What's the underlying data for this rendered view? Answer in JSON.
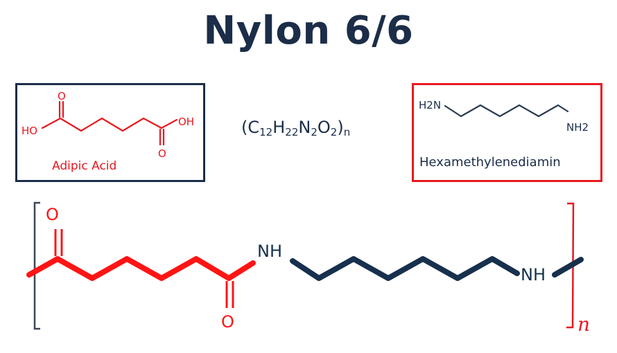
{
  "title": "Nylon 6/6",
  "formula": {
    "open": "(",
    "parts": [
      {
        "element": "C",
        "count": "12"
      },
      {
        "element": "H",
        "count": "22"
      },
      {
        "element": "N",
        "count": "2"
      },
      {
        "element": "O",
        "count": "2"
      }
    ],
    "close": ")",
    "repeat": "n"
  },
  "monomers": [
    {
      "name": "Adipic Acid",
      "color": "#e8191f",
      "border_color": "#1b2d48",
      "atoms": {
        "left_group": "HO",
        "right_group": "OH",
        "top_oxygen": "O",
        "bottom_oxygen": "O"
      }
    },
    {
      "name": "Hexamethylenediamin",
      "color": "#1b2d48",
      "border_color": "#e8191f",
      "atoms": {
        "left_group": "H2N",
        "right_group": "NH2"
      }
    }
  ],
  "polymer": {
    "top_oxygen": "O",
    "bottom_oxygen": "O",
    "amide_1": "NH",
    "amide_2": "NH",
    "repeat_label": "n",
    "acid_color": "#e8191f",
    "amine_color": "#1b2d48"
  }
}
